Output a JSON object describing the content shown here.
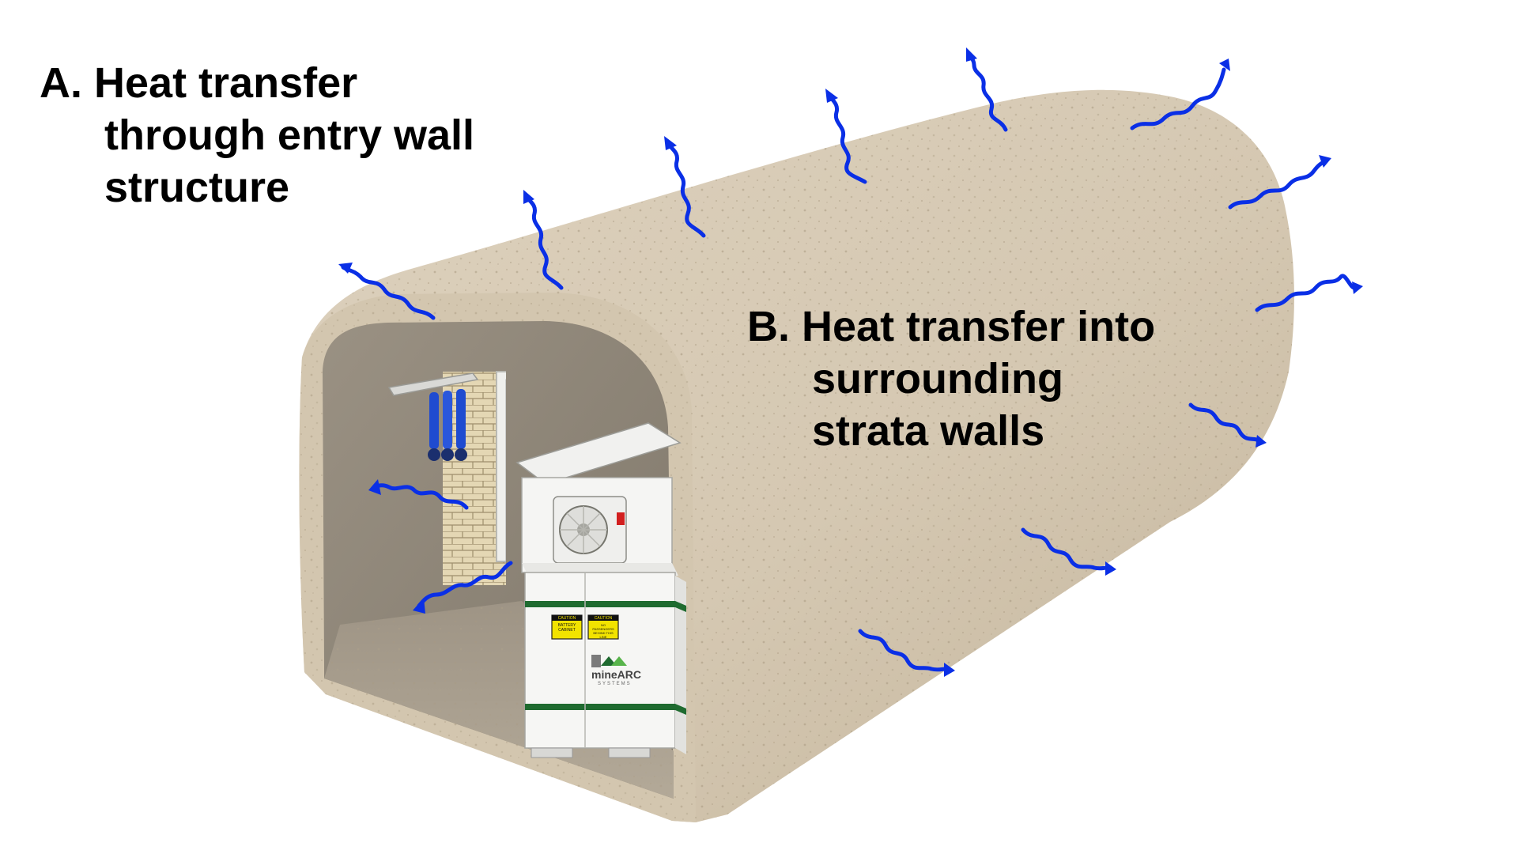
{
  "labels": {
    "a": {
      "line1": "A. Heat transfer",
      "line2": "through entry wall",
      "line3": "structure"
    },
    "b": {
      "line1": "B. Heat transfer into",
      "line2": "surrounding",
      "line3": "strata walls"
    }
  },
  "chamber": {
    "brand": "mineARC",
    "brand_sub": "SYSTEMS",
    "caution_label": "CAUTION",
    "caution_left_text": "BATTERY CABINET",
    "caution_right_text": "NO PASSENGERS BEHIND THIS LINE"
  },
  "colors": {
    "rock": "#d8ccb7",
    "rock_shadow": "#b9ab93",
    "interior": "#8f8678",
    "floor": "#a59b8c",
    "heat_arrow": "#0a2fe6",
    "chamber_body": "#f4f4f2",
    "chamber_stripe": "#1f6b30",
    "caution_yellow": "#f2e300"
  },
  "icons": {
    "heat_arrow": "wavy-arrow-icon",
    "brand_logo": "minearc-logo-icon"
  }
}
